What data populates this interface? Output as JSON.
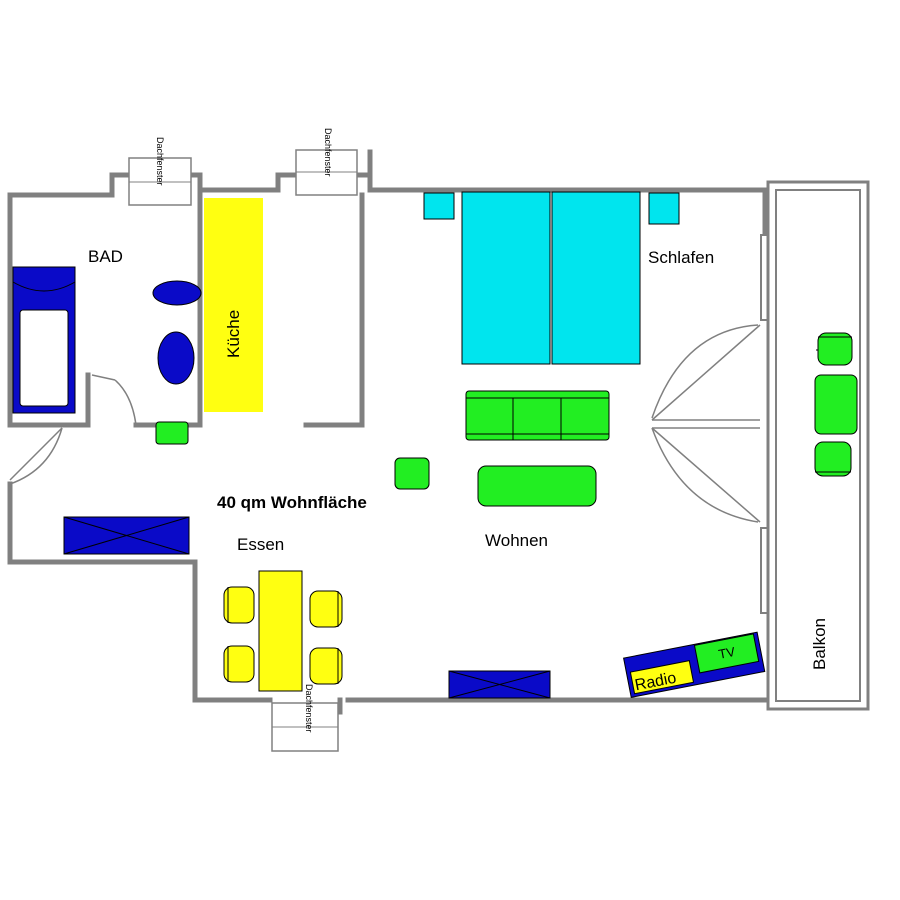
{
  "colors": {
    "wall": "#808080",
    "blue": "#0a0ac8",
    "cyan": "#00e5ee",
    "green": "#22ee22",
    "yellow": "#ffff11",
    "outline": "#000000",
    "white": "#ffffff"
  },
  "rooms": {
    "bad": "BAD",
    "kueche": "Küche",
    "schlafen": "Schlafen",
    "wohnen": "Wohnen",
    "essen": "Essen",
    "balkon": "Balkon"
  },
  "area_label": "40 qm Wohnfläche",
  "skylights": {
    "bad": "Dachfenster",
    "flur": "Dachfenster",
    "essen": "Dachfenster"
  },
  "furniture": {
    "radio": "Radio",
    "tv": "TV"
  }
}
